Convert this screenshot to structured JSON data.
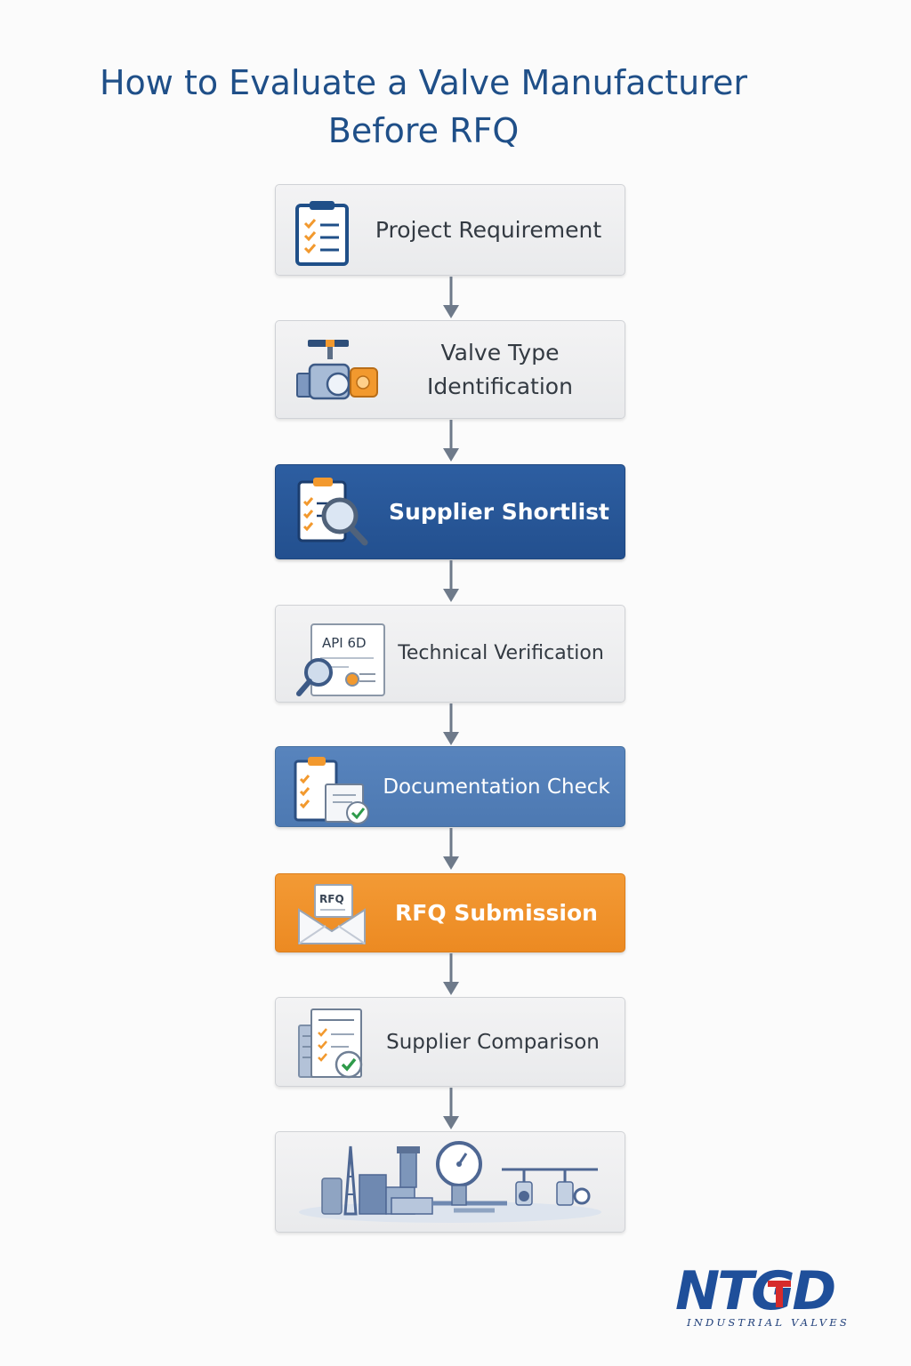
{
  "title": {
    "line1": "How to Evaluate a Valve Manufacturer",
    "line2": "Before RFQ"
  },
  "steps": [
    {
      "id": "project-requirement",
      "label": "Project Requirement",
      "style": "light",
      "icon": "clipboard-checklist-icon"
    },
    {
      "id": "valve-type-identification",
      "label_line1": "Valve Type",
      "label_line2": "Identification",
      "style": "light",
      "icon": "valve-icon"
    },
    {
      "id": "supplier-shortlist",
      "label": "Supplier Shortlist",
      "style": "dark",
      "icon": "clipboard-magnifier-icon"
    },
    {
      "id": "technical-verification",
      "label": "Technical Verification",
      "style": "light",
      "icon": "api-document-magnifier-icon",
      "icon_text": "API 6D"
    },
    {
      "id": "documentation-check",
      "label": "Documentation Check",
      "style": "mid",
      "icon": "clipboard-document-check-icon"
    },
    {
      "id": "rfq-submission",
      "label": "RFQ Submission",
      "style": "orange",
      "icon": "rfq-envelope-icon",
      "icon_text": "RFQ"
    },
    {
      "id": "supplier-comparison",
      "label": "Supplier Comparison",
      "style": "light",
      "icon": "comparison-documents-check-icon"
    },
    {
      "id": "industrial-plant",
      "style": "light",
      "icon": "industrial-plant-illustration"
    }
  ],
  "colors": {
    "title": "#1f4f88",
    "dark_blue": "#23508f",
    "mid_blue": "#4d79b2",
    "orange": "#ec8a22",
    "light_box": "#eeeff1",
    "arrow": "#6e7a8a",
    "logo_blue": "#1f4f9a",
    "logo_red": "#d62b2b"
  },
  "logo": {
    "mark": "NTGD",
    "subtitle": "INDUSTRIAL VALVES"
  }
}
